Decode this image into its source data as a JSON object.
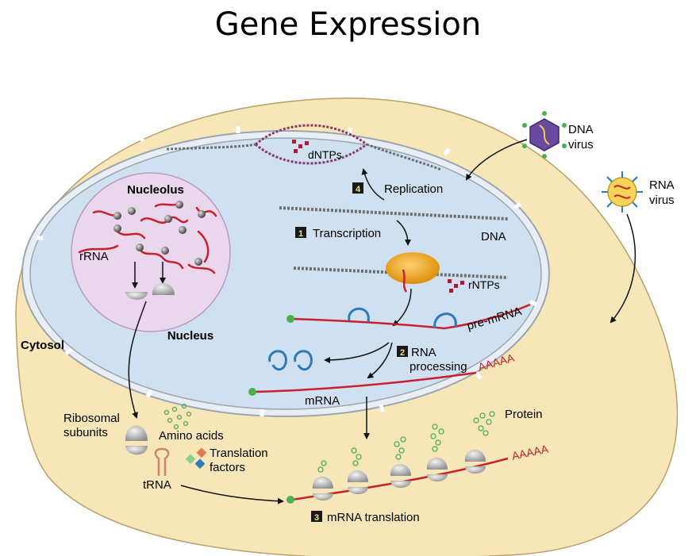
{
  "title": "Gene Expression",
  "labels": {
    "nucleolus": "Nucleolus",
    "rrna": "rRNA",
    "nucleus": "Nucleus",
    "cytosol": "Cytosol",
    "dntps": "dNTPs",
    "replication": "Replication",
    "transcription": "Transcription",
    "dna": "DNA",
    "rntps": "rNTPs",
    "pre_mrna": "pre-mRNA",
    "rna": "RNA",
    "processing": "processing",
    "polya": "AAAAA",
    "mrna": "mRNA",
    "ribosomal": "Ribosomal",
    "subunits": "subunits",
    "amino_acids": "Amino acids",
    "translation": "Translation",
    "factors": "factors",
    "trna": "tRNA",
    "protein": "Protein",
    "polya_2": "AAAAA",
    "mrna_translation": "mRNA translation",
    "dna_virus_1": "DNA",
    "dna_virus_2": "virus",
    "rna_virus_1": "RNA",
    "rna_virus_2": "virus"
  },
  "steps": {
    "s1": "1",
    "s2": "2",
    "s3": "3",
    "s4": "4"
  },
  "colors": {
    "cytosol": "#f7e7b8",
    "nucleus": "#cfe0f1",
    "nucleolus": "#ead7ee",
    "rna": "#c8202e",
    "dna": "#6e6e6e",
    "polymerase": "#e7a31a",
    "loop": "#2e79b9",
    "amino": "#7fc97f",
    "badge": "#1a1a1a"
  }
}
